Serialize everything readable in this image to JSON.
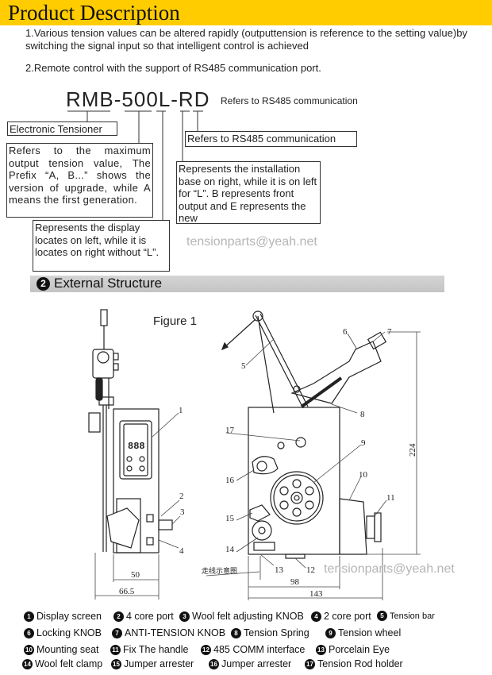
{
  "header": {
    "title": "Product Description"
  },
  "description": {
    "p1": "1.Various tension values can be altered rapidly (outputtension is reference to the setting value)by switching the signal input so that intelligent control is achieved",
    "p2": "2.Remote control with the support of RS485 communication port."
  },
  "model": {
    "code": "RMB-500L-RD",
    "side_note": "Refers to RS485 communication",
    "boxes": {
      "electronic": "Electronic Tensioner",
      "max_tension": "Refers to the maximum output tension value, The Prefix “A, B...” shows the version of upgrade, while A means the first generation.",
      "display": "Represents the display locates on left, while it is locates on right without “L”.",
      "rs485": "Refers to RS485 communication",
      "installation": "Represents the installation base on right, while it is on left for “L”. B represents front output and E represents the new"
    }
  },
  "watermark": "tensionparts@yeah.net",
  "section": {
    "number": "2",
    "title": "External Structure"
  },
  "drawing": {
    "figure_label": "Figure 1",
    "display_digits": "888",
    "callouts": [
      "1",
      "2",
      "3",
      "4",
      "5",
      "6",
      "7",
      "8",
      "9",
      "10",
      "11",
      "12",
      "13",
      "14",
      "15",
      "16",
      "17"
    ],
    "dimensions": {
      "width_body": "50",
      "width_total_left": "66.5",
      "depth_body": "98",
      "depth_total": "143",
      "height": "224"
    },
    "wiring_note": "走线示意图"
  },
  "legend": [
    {
      "n": "1",
      "label": "Display screen"
    },
    {
      "n": "2",
      "label": "4 core port"
    },
    {
      "n": "3",
      "label": "Wool felt adjusting KNOB"
    },
    {
      "n": "4",
      "label": "2 core port"
    },
    {
      "n": "5",
      "label": "Tension bar"
    },
    {
      "n": "6",
      "label": "Locking KNOB"
    },
    {
      "n": "7",
      "label": "ANTI-TENSION KNOB"
    },
    {
      "n": "8",
      "label": "Tension Spring"
    },
    {
      "n": "9",
      "label": "Tension wheel"
    },
    {
      "n": "10",
      "label": "Mounting seat"
    },
    {
      "n": "11",
      "label": "Fix The handle"
    },
    {
      "n": "12",
      "label": "485 COMM interface"
    },
    {
      "n": "13",
      "label": "Porcelain Eye"
    },
    {
      "n": "14",
      "label": "Wool felt clamp"
    },
    {
      "n": "15",
      "label": "Jumper arrester"
    },
    {
      "n": "16",
      "label": "Jumper arrester"
    },
    {
      "n": "17",
      "label": "Tension Rod holder"
    }
  ]
}
